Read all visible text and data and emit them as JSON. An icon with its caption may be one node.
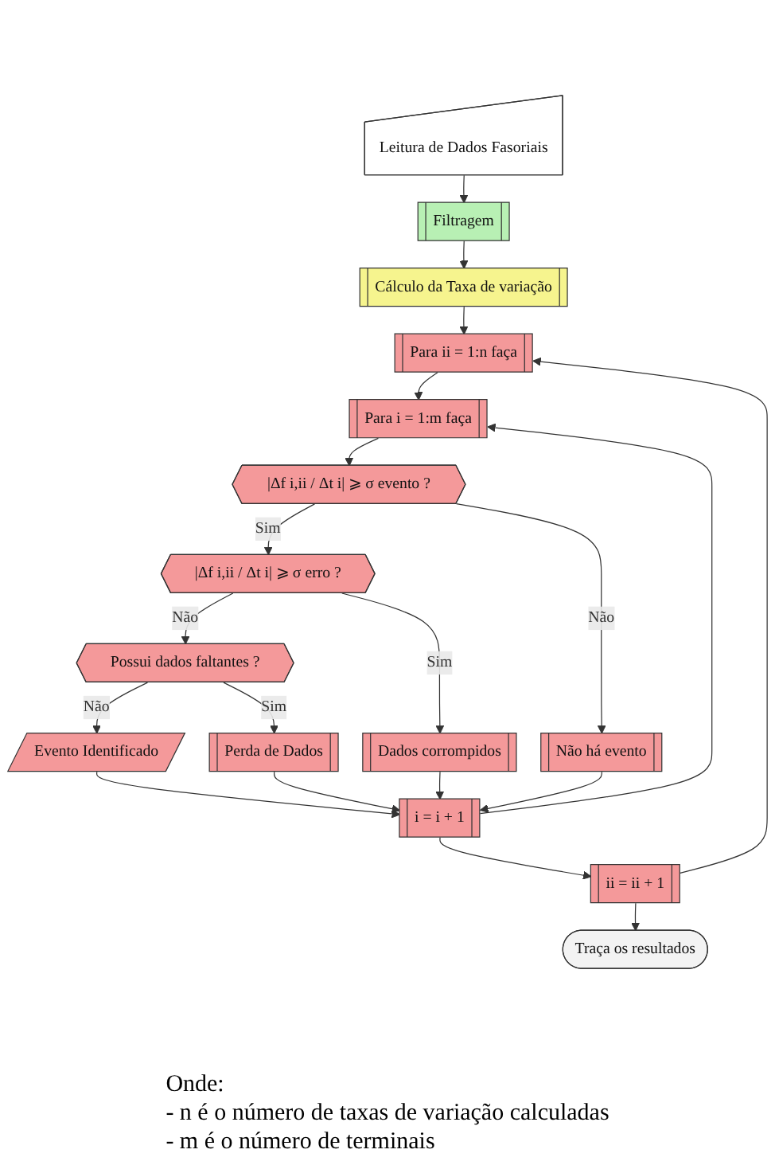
{
  "diagram": {
    "nodes": [
      {
        "text": [
          "Leitura de Dados Fasoriais"
        ]
      },
      {
        "text": [
          "Filtragem"
        ]
      },
      {
        "text": [
          "Cálculo da Taxa de variação"
        ]
      },
      {
        "text": [
          "Para ii = 1:n faça"
        ]
      },
      {
        "text": [
          "Para i = 1:m faça"
        ]
      },
      {
        "text": [
          "|Δf i,ii / Δt i| ⩾ σ evento ?"
        ]
      },
      {
        "text": [
          "Não há evento"
        ]
      },
      {
        "text": [
          "|Δf i,ii / Δt i| ⩾ σ erro ?"
        ]
      },
      {
        "text": [
          "Dados corrompidos"
        ]
      },
      {
        "text": [
          "Possui dados faltantes ?"
        ]
      },
      {
        "text": [
          "Perda de Dados"
        ]
      },
      {
        "text": [
          "Evento Identificado"
        ]
      },
      {
        "text": [
          "i = i + 1"
        ]
      },
      {
        "text": [
          "ii = ii + 1"
        ]
      },
      {
        "text": [
          "Traça os resultados"
        ]
      }
    ],
    "edges": [
      {
        "from": 0,
        "to": 1,
        "arrow": "to"
      },
      {
        "from": 1,
        "to": 2,
        "arrow": "to"
      },
      {
        "from": 2,
        "to": 3,
        "arrow": "to"
      },
      {
        "from": 3,
        "to": 4,
        "arrow": "to"
      },
      {
        "from": 4,
        "to": 5,
        "arrow": "to"
      },
      {
        "from": 5,
        "to": 6,
        "arrow": "to",
        "label": "Não"
      },
      {
        "from": 5,
        "to": 7,
        "arrow": "to",
        "label": "Sim"
      },
      {
        "from": 7,
        "to": 8,
        "arrow": "to",
        "label": "Sim"
      },
      {
        "from": 7,
        "to": 9,
        "arrow": "to",
        "label": "Não"
      },
      {
        "from": 9,
        "to": 10,
        "arrow": "to",
        "label": "Sim"
      },
      {
        "from": 9,
        "to": 11,
        "arrow": "to",
        "label": "Não"
      },
      {
        "from": 11,
        "to": 12,
        "arrow": "to"
      },
      {
        "from": 10,
        "to": 12,
        "arrow": "to"
      },
      {
        "from": 8,
        "to": 12,
        "arrow": "to"
      },
      {
        "from": 6,
        "to": 12,
        "arrow": "to"
      },
      {
        "from": 12,
        "to": 4,
        "arrow": "to"
      },
      {
        "from": 12,
        "to": 13,
        "arrow": "to"
      },
      {
        "from": 13,
        "to": 3,
        "arrow": "to"
      },
      {
        "from": 13,
        "to": 14,
        "arrow": "to"
      }
    ],
    "labels": [
      "Onde:",
      "- n é o número de taxas de variação calculadas",
      "- m é o número de terminais"
    ]
  }
}
